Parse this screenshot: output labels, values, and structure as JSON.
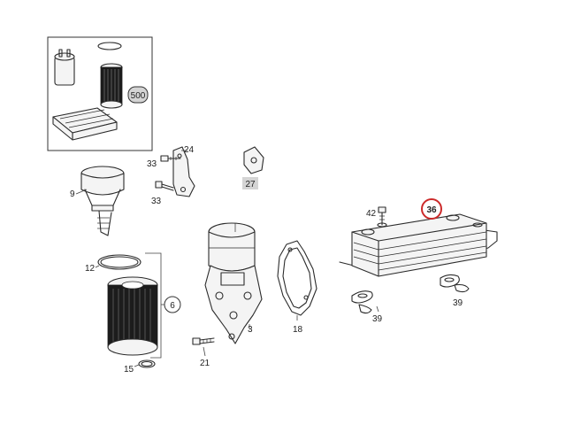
{
  "callouts": {
    "p500": "500",
    "p24": "24",
    "p33a": "33",
    "p33b": "33",
    "p27": "27",
    "p9": "9",
    "p12": "12",
    "p6": "6",
    "p15": "15",
    "p21": "21",
    "p3": "3",
    "p18": "18",
    "p42": "42",
    "p36": "36",
    "p39a": "39",
    "p39b": "39"
  },
  "colors": {
    "highlight_ring": "#cc2a2a",
    "label_box": "#d4d4d4",
    "line": "#2b2b2b"
  }
}
